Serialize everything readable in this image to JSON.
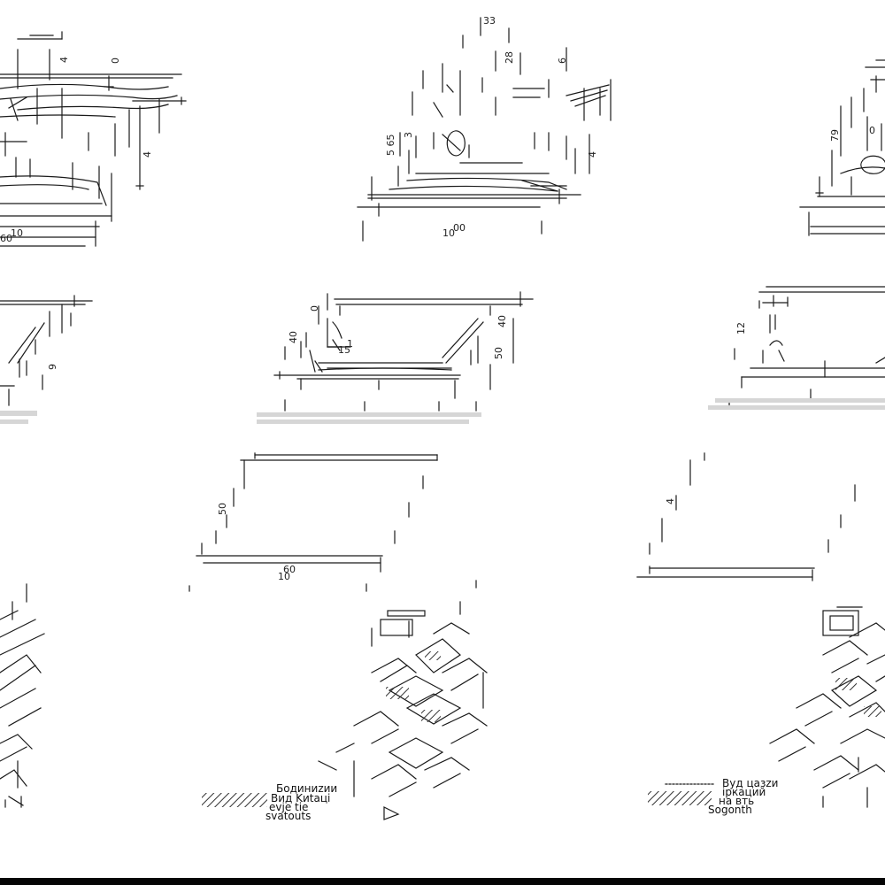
{
  "labels": {
    "a1": "4",
    "a2": "0",
    "a3": "4",
    "a4": "10",
    "a5": "60",
    "b1": "33",
    "b2": "28",
    "b3": "6",
    "b4": "5 65",
    "b5": "3",
    "b6": "4",
    "b7": "10",
    "b8": "00",
    "c1": "79",
    "c2": "0",
    "d1": "9",
    "e1": "0",
    "e2": "40",
    "e3": "40",
    "e4": "15",
    "e5": "1",
    "e6": "50",
    "f1": "12",
    "g1": "50",
    "g2": "60",
    "g3": "10",
    "h1": "4"
  },
  "legend_left": {
    "line1": "Бодиниzии",
    "line2": "Вид Kиtаці",
    "line3": "evje tie",
    "line4": "svatouts"
  },
  "legend_right": {
    "line1": "Вуд цазzи",
    "line2": "іркаций",
    "line3": "на вть",
    "line4": "Sogonth"
  },
  "colors": {
    "line": "#1a1a1a",
    "gray_bar": "#d6d6d6",
    "hatch": "#333333",
    "bottom_bar": "#050505"
  }
}
